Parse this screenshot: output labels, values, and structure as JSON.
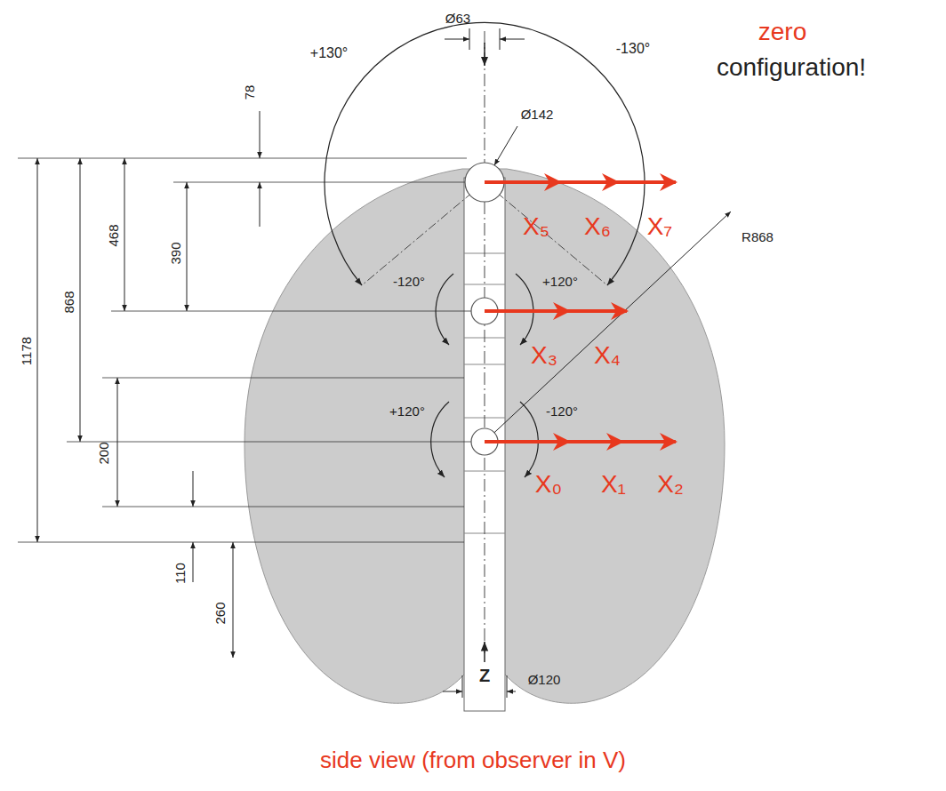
{
  "diagram": {
    "caption": "side view (from observer in V)",
    "labels": [
      "Ø63",
      "+130°",
      "-130°",
      "zero",
      "configuration!",
      "78",
      "Ø142",
      "X₅",
      "X₆",
      "X₇",
      "R868",
      "1178",
      "868",
      "468",
      "390",
      "-120°",
      "+120°",
      "X₃",
      "X₄",
      "+120°",
      "-120°",
      "X₀",
      "X₁",
      "X₂",
      "200",
      "110",
      "260",
      "Z",
      "Ø120"
    ]
  }
}
